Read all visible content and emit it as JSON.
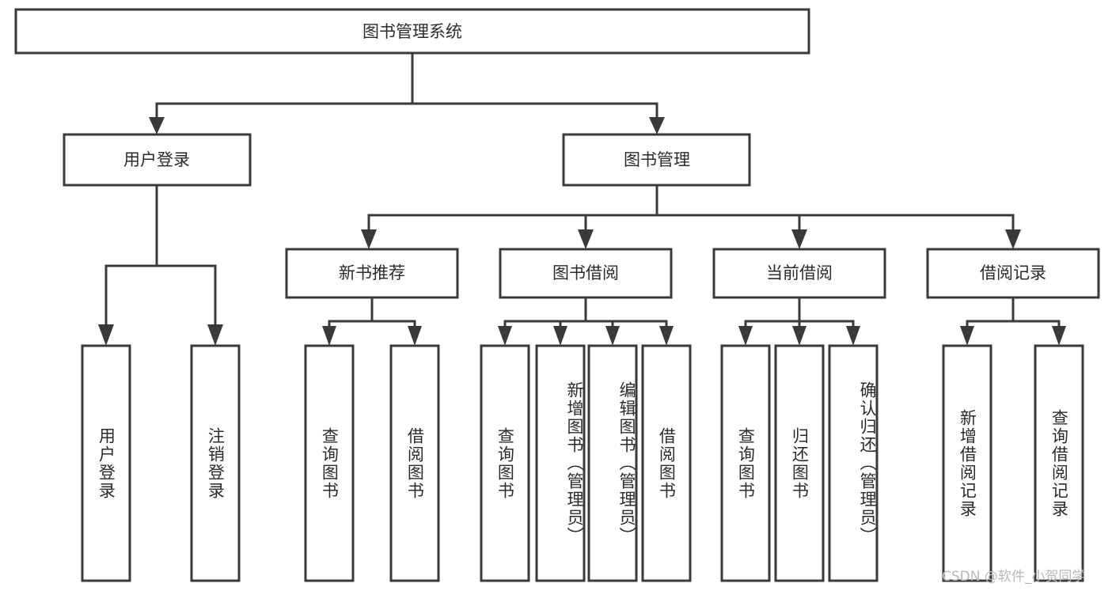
{
  "diagram": {
    "title": "图书管理系统",
    "watermark": "CSDN @软件_小贺同学",
    "colors": {
      "stroke": "#3a3a3a",
      "fill": "#ffffff",
      "text": "#2b2b2b",
      "watermark": "#b9b9b9",
      "background": "#ffffff"
    },
    "root": {
      "label": "图书管理系统"
    },
    "level2": [
      {
        "label": "用户登录"
      },
      {
        "label": "图书管理"
      }
    ],
    "level3": [
      {
        "label": "新书推荐"
      },
      {
        "label": "图书借阅"
      },
      {
        "label": "当前借阅"
      },
      {
        "label": "借阅记录"
      }
    ],
    "leaves": {
      "user_login": [
        {
          "label": "用户登录"
        },
        {
          "label": "注销登录"
        }
      ],
      "new_book_recommend": [
        {
          "label": "查询图书"
        },
        {
          "label": "借阅图书"
        }
      ],
      "book_borrow": [
        {
          "label": "查询图书"
        },
        {
          "label": "新增图书（管理员）"
        },
        {
          "label": "编辑图书（管理员）"
        },
        {
          "label": "借阅图书"
        }
      ],
      "current_borrow": [
        {
          "label": "查询图书"
        },
        {
          "label": "归还图书"
        },
        {
          "label": "确认归还（管理员）"
        }
      ],
      "borrow_record": [
        {
          "label": "新增借阅记录"
        },
        {
          "label": "查询借阅记录"
        }
      ]
    }
  }
}
